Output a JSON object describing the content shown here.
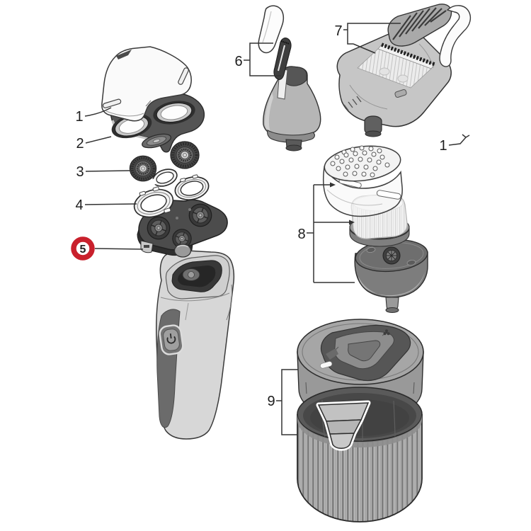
{
  "figure": {
    "type": "exploded-parts-diagram",
    "background": "#ffffff"
  },
  "callouts": [
    {
      "id": "1",
      "label": "1",
      "highlighted": false
    },
    {
      "id": "2",
      "label": "2",
      "highlighted": false
    },
    {
      "id": "3",
      "label": "3",
      "highlighted": false
    },
    {
      "id": "4",
      "label": "4",
      "highlighted": false
    },
    {
      "id": "5",
      "label": "5",
      "highlighted": true
    },
    {
      "id": "6",
      "label": "6",
      "highlighted": false
    },
    {
      "id": "7",
      "label": "7",
      "highlighted": false
    },
    {
      "id": "8",
      "label": "8",
      "highlighted": false
    },
    {
      "id": "9",
      "label": "9",
      "highlighted": false
    },
    {
      "id": "1b",
      "label": "1",
      "highlighted": false
    }
  ],
  "highlight": {
    "badge_ring_color": "#c9202c",
    "badge_fill": "#ffffff",
    "badge_text_color": "#222222"
  },
  "colors": {
    "background": "#ffffff",
    "line_art_outline": "#333333",
    "leader_line": "#333333",
    "label_text": "#1c1c1c",
    "highlight_red": "#c9202c",
    "body_light_gray": "#d7d7d7",
    "panel_dark_gray": "#6b6b6b",
    "head_dark_gray": "#4c4c4c",
    "mid_gray": "#a6a6a6",
    "white_part": "#fbfbfb"
  },
  "icons": {
    "power_button": "power-icon",
    "pod_lid_marker": "clover-icon"
  }
}
